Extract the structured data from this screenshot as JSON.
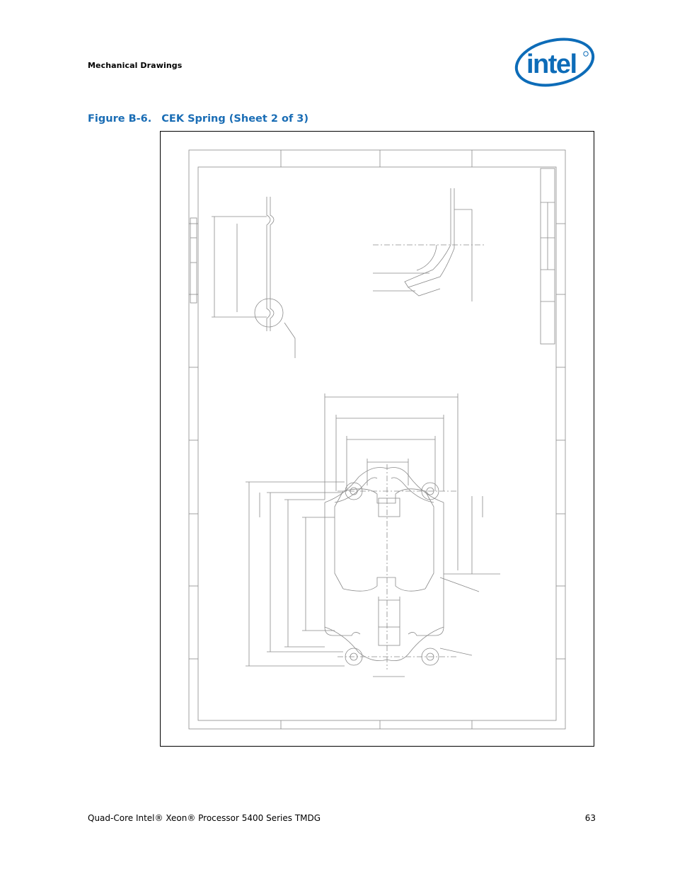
{
  "header": {
    "section": "Mechanical Drawings"
  },
  "logo": {
    "name": "intel-logo",
    "text": "intel"
  },
  "figure": {
    "number": "Figure B-6.",
    "title": "CEK Spring (Sheet 2 of 3)"
  },
  "footer": {
    "doc_title": "Quad-Core Intel® Xeon® Processor 5400 Series TMDG",
    "page_number": "63"
  },
  "colors": {
    "caption_blue": "#1a6db5",
    "logo_blue": "#0d6cb8",
    "drawing_gray": "#8a8a8a"
  }
}
